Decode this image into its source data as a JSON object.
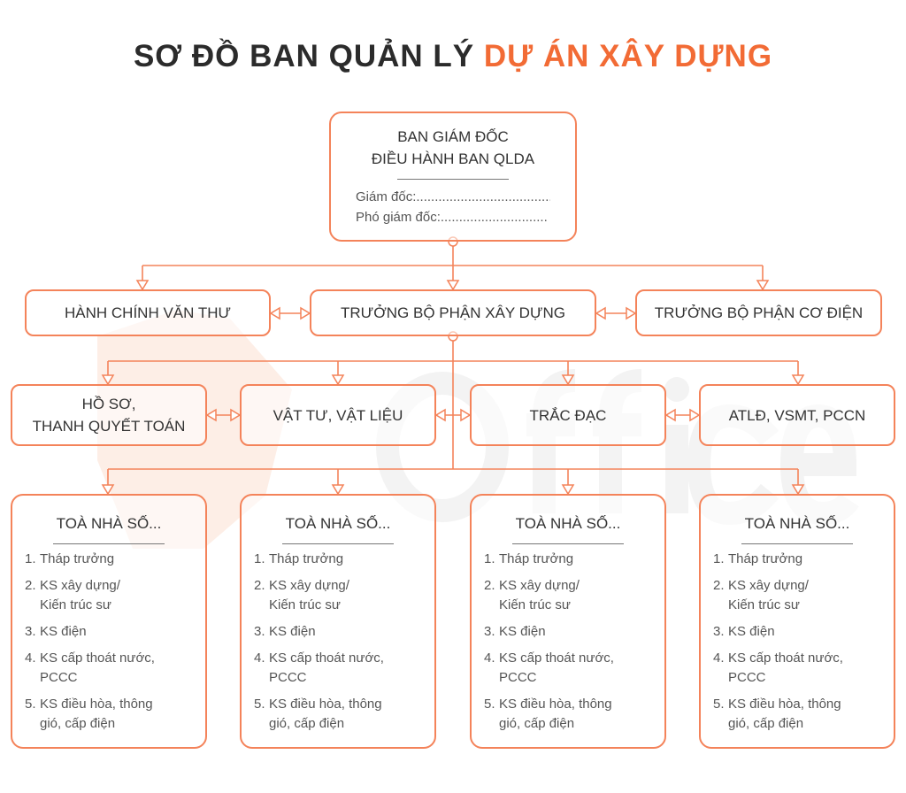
{
  "title": {
    "part1": "SƠ ĐỒ BAN QUẢN LÝ",
    "part2": "DỰ ÁN XÂY DỰNG"
  },
  "watermark": {
    "text": "1Office"
  },
  "colors": {
    "accent": "#f26b35",
    "border": "#f4835a",
    "text": "#333333"
  },
  "top_box": {
    "line1": "BAN GIÁM ĐỐC",
    "line2": "ĐIỀU HÀNH BAN QLDA",
    "field1": "Giám đốc:.......................................",
    "field2": "Phó giám đốc:............................."
  },
  "row2": [
    "HÀNH CHÍNH VĂN THƯ",
    "TRƯỞNG BỘ PHẬN XÂY DỰNG",
    "TRƯỞNG BỘ PHẬN CƠ ĐIỆN"
  ],
  "row3": [
    {
      "line1": "HỒ SƠ,",
      "line2": "THANH QUYẾT TOÁN"
    },
    {
      "line1": "VẬT TƯ, VẬT LIỆU",
      "line2": ""
    },
    {
      "line1": "TRẮC ĐẠC",
      "line2": ""
    },
    {
      "line1": "ATLĐ, VSMT, PCCN",
      "line2": ""
    }
  ],
  "building": {
    "title": "TOÀ NHÀ SỐ...",
    "items": [
      {
        "n": "1.",
        "l1": "Tháp trưởng",
        "l2": ""
      },
      {
        "n": "2.",
        "l1": "KS xây dựng/",
        "l2": "Kiến trúc sư"
      },
      {
        "n": "3.",
        "l1": "KS điện",
        "l2": ""
      },
      {
        "n": "4.",
        "l1": "KS cấp thoát nước,",
        "l2": "PCCC"
      },
      {
        "n": "5.",
        "l1": "KS điều hòa, thông",
        "l2": "gió, cấp điện"
      }
    ]
  }
}
